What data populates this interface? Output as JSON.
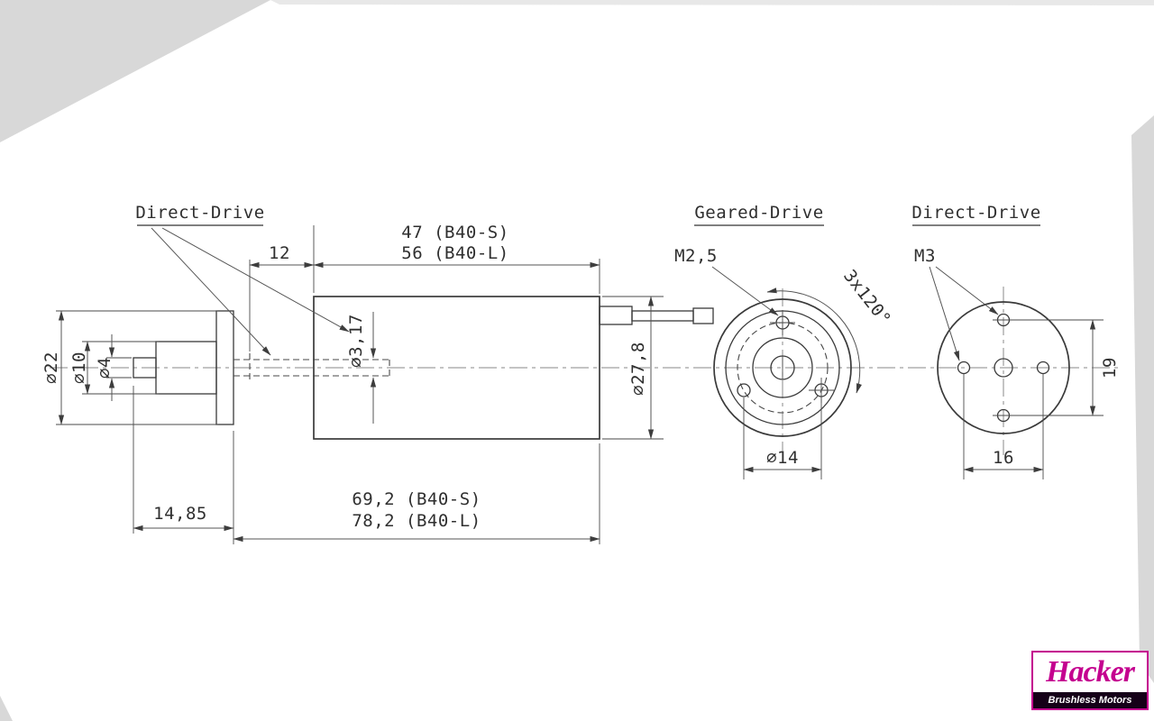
{
  "side": {
    "label_direct_drive": "Direct-Drive",
    "dim_spacer": "12",
    "dim_body_short": "47 (B40-S)",
    "dim_body_long": "56 (B40-L)",
    "dim_shaft_dia": "⌀3,17",
    "dim_collar_dia": "⌀22",
    "dim_hub_dia": "⌀10",
    "dim_stub_dia": "⌀4",
    "dim_case_dia": "⌀27,8",
    "dim_shaft_len": "14,85",
    "dim_total_short": "69,2 (B40-S)",
    "dim_total_long": "78,2 (B40-L)"
  },
  "geared": {
    "title": "Geared-Drive",
    "screw_label": "M2,5",
    "hole_pattern": "3x120°",
    "dim_bolt_circle": "⌀14"
  },
  "direct": {
    "title": "Direct-Drive",
    "screw_label": "M3",
    "dim_hole_spacing_v": "19",
    "dim_hole_spacing_h": "16"
  },
  "logo": {
    "brand": "Hacker",
    "tagline": "Brushless Motors",
    "brand_color": "#c4008f",
    "bar_color": "#150018"
  }
}
